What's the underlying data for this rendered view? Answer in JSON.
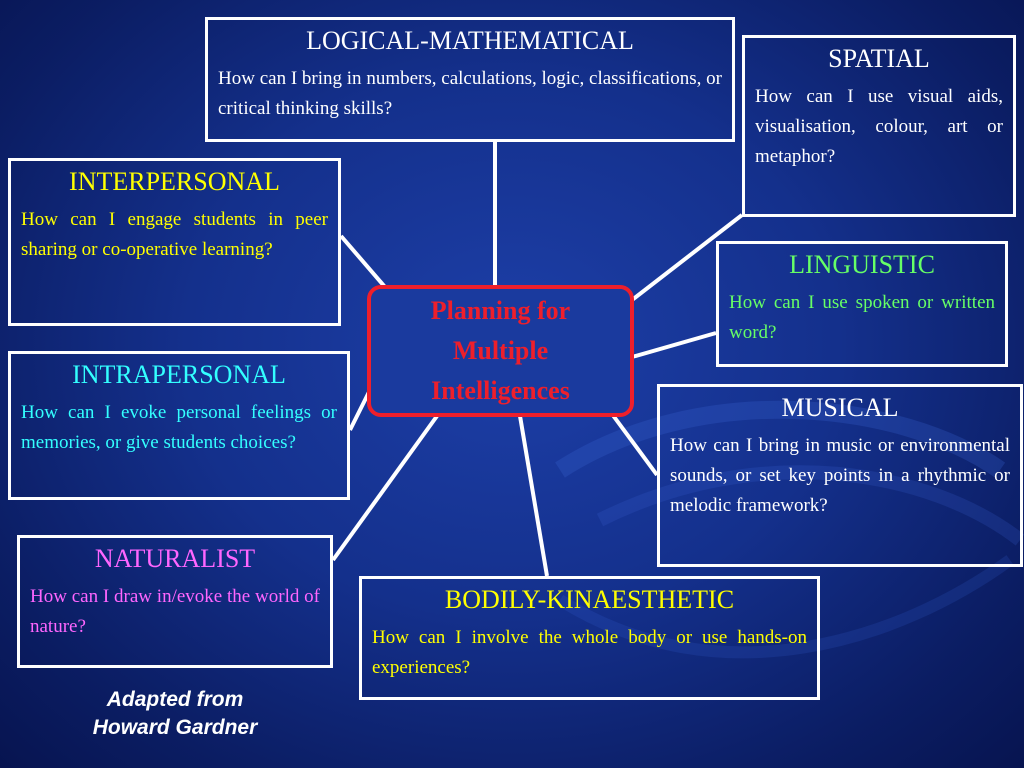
{
  "center": {
    "lines": [
      "Planning for",
      "Multiple",
      "Intelligences"
    ],
    "color": "#ee1f2b"
  },
  "nodes": {
    "logical": {
      "title": "LOGICAL-MATHEMATICAL",
      "text": "How can I bring in numbers, calculations, logic, classifications, or critical thinking skills?",
      "title_color": "#ffffff",
      "text_color": "#ffffff"
    },
    "spatial": {
      "title": "SPATIAL",
      "text": "How can I use visual aids, visualisation, colour, art or metaphor?",
      "title_color": "#ffffff",
      "text_color": "#ffffff"
    },
    "interpersonal": {
      "title": "INTERPERSONAL",
      "text": "How can I engage students in peer sharing or co-operative learning?",
      "title_color": "#ffff00",
      "text_color": "#ffff00"
    },
    "linguistic": {
      "title": "LINGUISTIC",
      "text": "How can I use spoken or written word?",
      "title_color": "#66ff66",
      "text_color": "#66ff66"
    },
    "intrapersonal": {
      "title": "INTRAPERSONAL",
      "text": "How can I evoke personal feelings or memories, or give students choices?",
      "title_color": "#33ffff",
      "text_color": "#33ffff"
    },
    "musical": {
      "title": "MUSICAL",
      "text": "How can I bring in music or environmental sounds, or set key points in a rhythmic or melodic framework?",
      "title_color": "#ffffff",
      "text_color": "#ffffff"
    },
    "naturalist": {
      "title": "NATURALIST",
      "text": "How can I draw in/evoke the world of nature?",
      "title_color": "#ff66ff",
      "text_color": "#ff66ff"
    },
    "bodily": {
      "title": "BODILY-KINAESTHETIC",
      "text": "How can I involve the whole body or use hands-on experiences?",
      "title_color": "#ffff00",
      "text_color": "#ffff00"
    }
  },
  "credit": {
    "line1": "Adapted from",
    "line2": "Howard Gardner"
  },
  "colors": {
    "background": "#14308c",
    "box_border": "#ffffff",
    "connector": "#ffffff",
    "center_border": "#ee1f2b"
  }
}
